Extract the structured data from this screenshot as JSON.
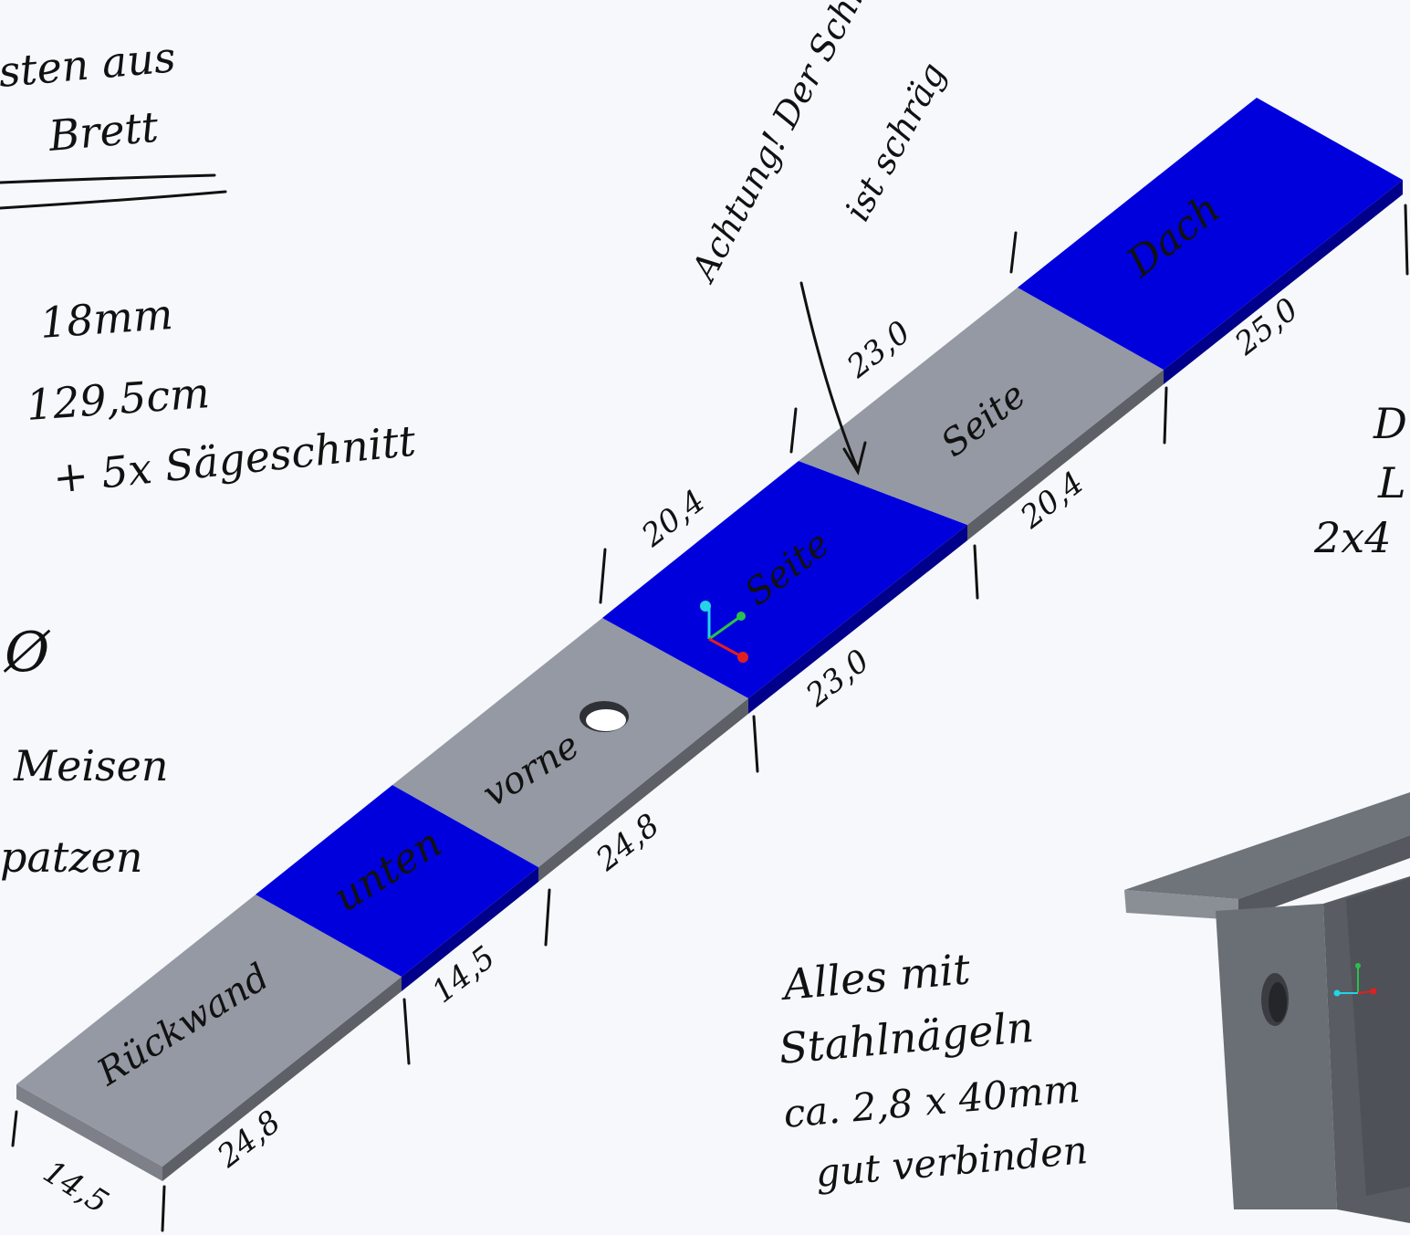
{
  "notes_left": {
    "line1": "sten aus",
    "line2": "Brett",
    "line3": "18mm",
    "line4": "129,5cm",
    "line5": "+ 5x Sägeschnitt",
    "line6": "Ø",
    "line7": "Meisen",
    "line8": "patzen"
  },
  "annotation_top": {
    "line1": "Achtung! Der Schnitt",
    "line2": "ist schräg"
  },
  "note_bottom": {
    "line1": "Alles mit",
    "line2": "Stahlnägeln",
    "line3": "ca. 2,8 x 40mm",
    "line4": "gut verbinden"
  },
  "note_right": {
    "line1": "D",
    "line2": "L",
    "line3": "2x4"
  },
  "parts": {
    "rueckwand": "Rückwand",
    "unten": "unten",
    "vorne": "vorne",
    "seite1": "Seite",
    "seite2": "Seite",
    "dach": "Dach"
  },
  "dimensions": {
    "width_bottom": "14,5",
    "len_rueckwand": "24,8",
    "len_unten": "14,5",
    "len_vorne": "24,8",
    "seite1_near": "23,0",
    "seite1_far": "20,4",
    "seite2_far": "23,0",
    "seite2_near": "20,4",
    "dach_near": "25,0"
  },
  "colors": {
    "blue": "#0000dd",
    "blue_side": "#00008a",
    "gray": "#9499a3",
    "gray_side": "#5d6067",
    "ink": "#111111"
  }
}
